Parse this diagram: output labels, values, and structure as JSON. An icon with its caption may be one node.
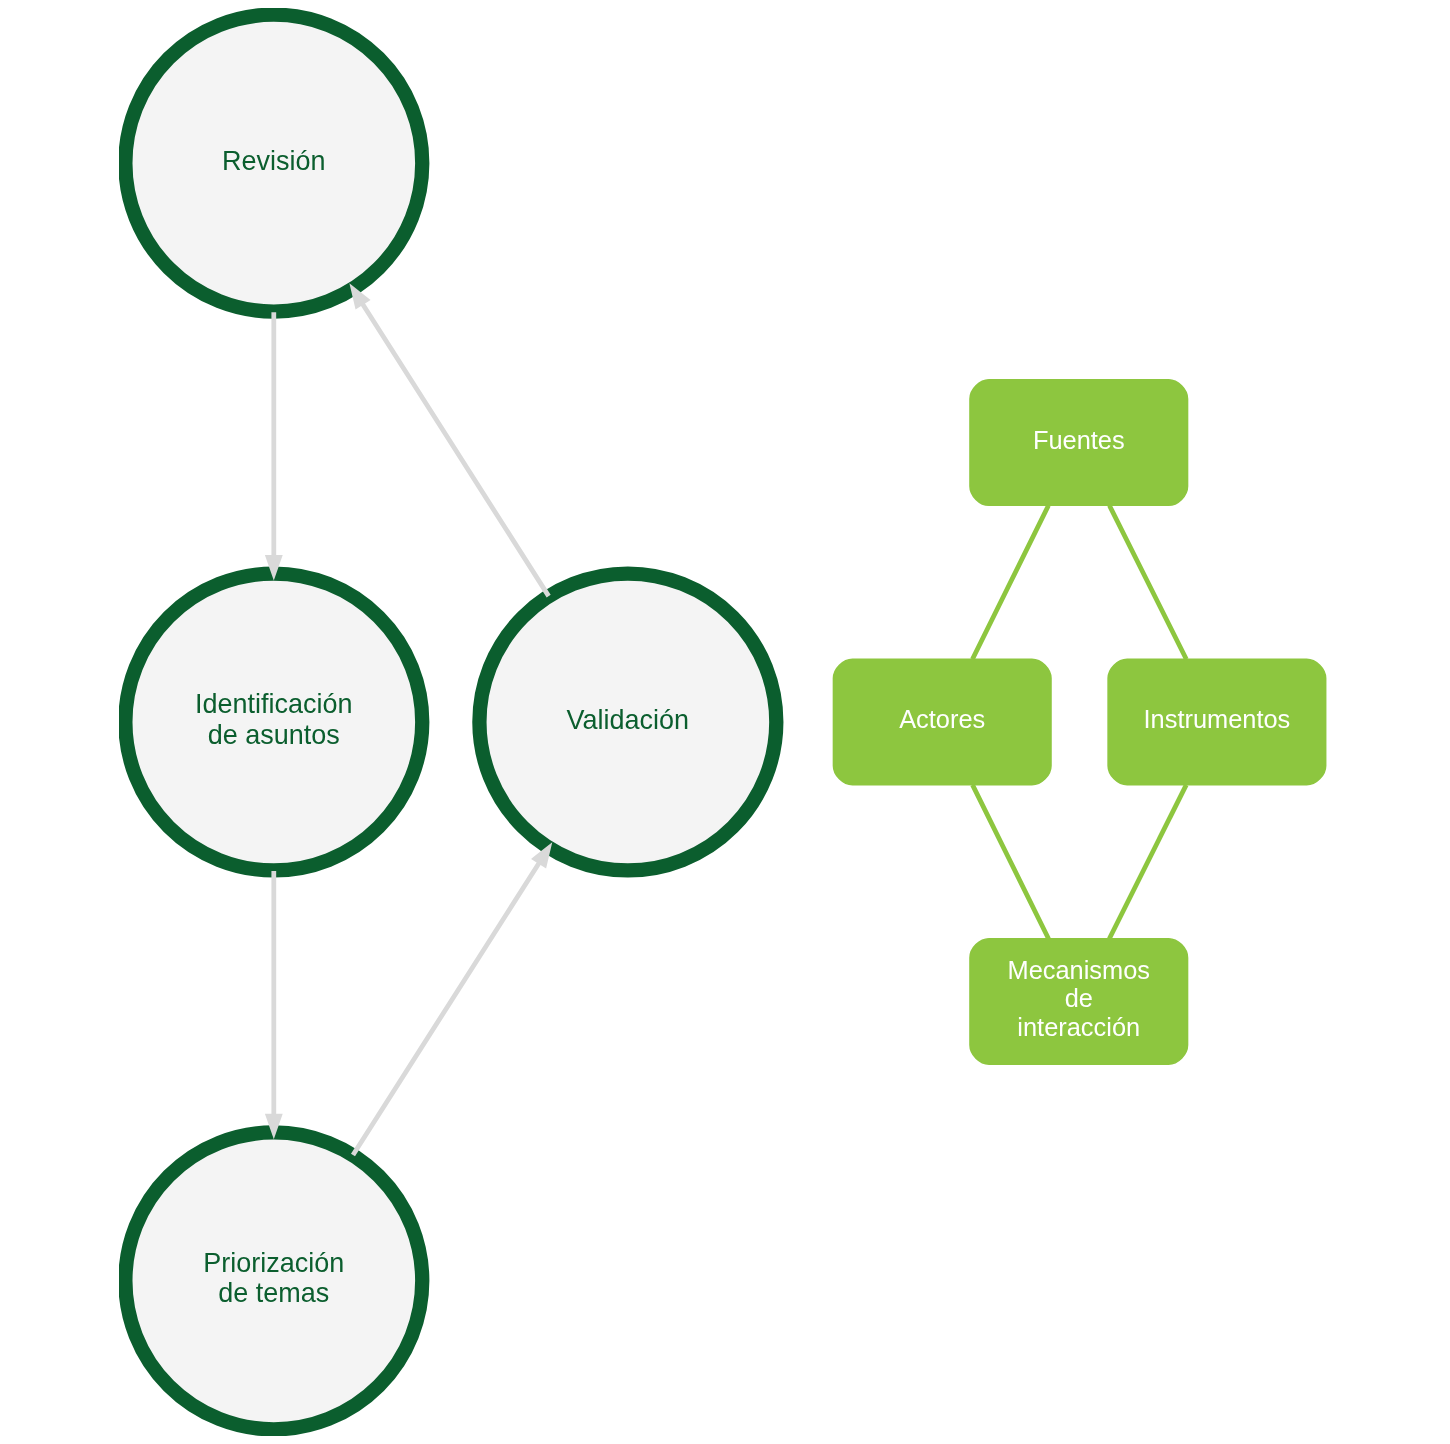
{
  "diagram": {
    "nodes": [
      {
        "text": [
          "Revisión"
        ]
      },
      {
        "text": [
          "Identificación de asuntos"
        ]
      },
      {
        "text": [
          "Priorización de temas"
        ]
      },
      {
        "text": [
          "Validación"
        ]
      },
      {
        "text": [
          "Fuentes"
        ]
      },
      {
        "text": [
          "Actores"
        ]
      },
      {
        "text": [
          "Instrumentos"
        ]
      },
      {
        "text": [
          "Mecanismos de interacción"
        ]
      }
    ],
    "edges": [
      {
        "from": 0,
        "to": 1,
        "arrow": "to",
        "color": "#d9d9d9"
      },
      {
        "from": 1,
        "to": 2,
        "arrow": "to",
        "color": "#d9d9d9"
      },
      {
        "from": 2,
        "to": 3,
        "arrow": "to",
        "color": "#d9d9d9"
      },
      {
        "from": 3,
        "to": 0,
        "arrow": "to",
        "color": "#d9d9d9"
      },
      {
        "from": 4,
        "to": 5,
        "arrow": "none",
        "color": "#8dc63f"
      },
      {
        "from": 4,
        "to": 6,
        "arrow": "none",
        "color": "#8dc63f"
      },
      {
        "from": 5,
        "to": 7,
        "arrow": "none",
        "color": "#8dc63f"
      },
      {
        "from": 6,
        "to": 7,
        "arrow": "none",
        "color": "#8dc63f"
      }
    ]
  }
}
